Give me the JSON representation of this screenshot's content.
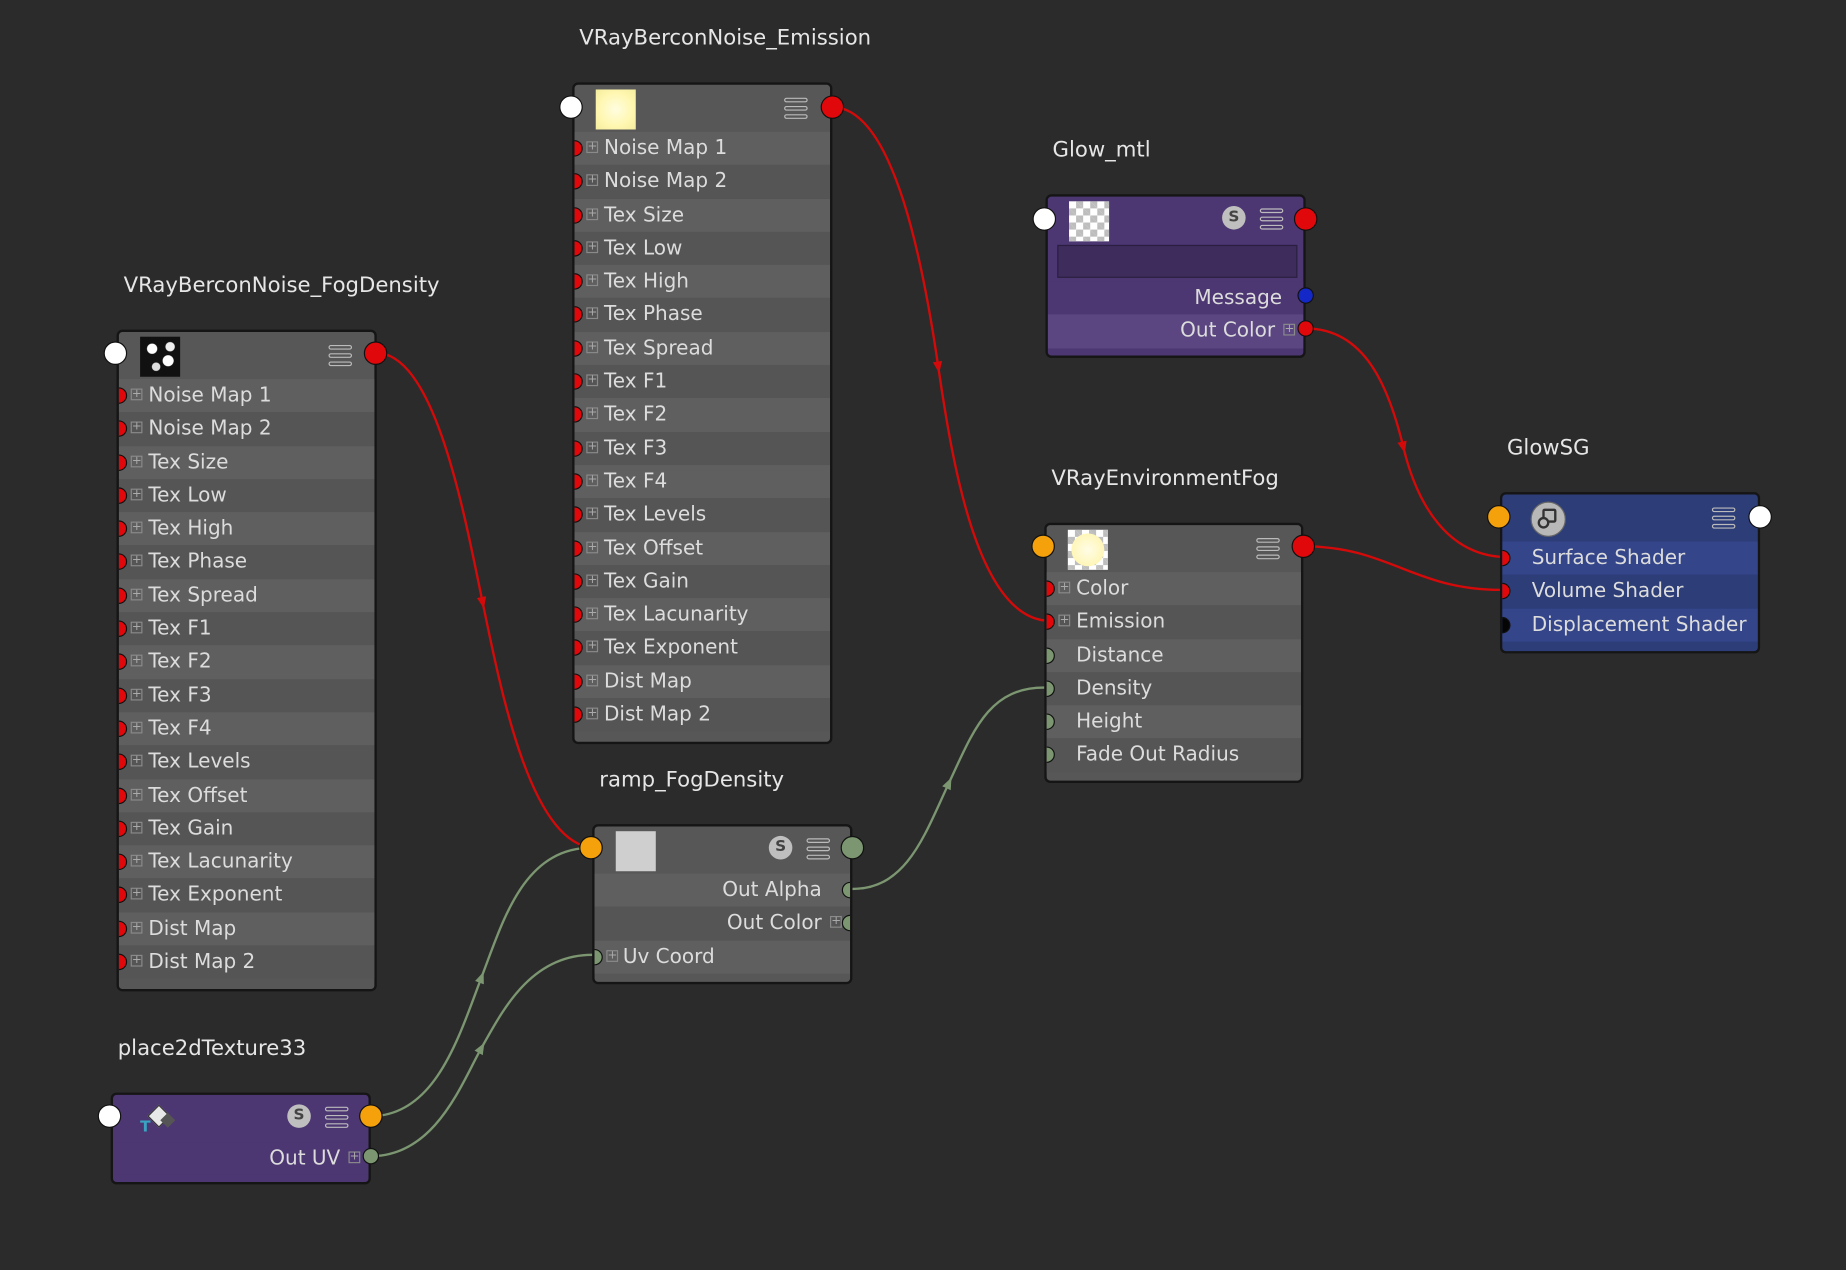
{
  "nodes": {
    "fogdensity": {
      "title": "VRayBerconNoise_FogDensity",
      "rows": [
        "Noise Map 1",
        "Noise Map 2",
        "Tex Size",
        "Tex Low",
        "Tex High",
        "Tex Phase",
        "Tex Spread",
        "Tex F1",
        "Tex F2",
        "Tex F3",
        "Tex F4",
        "Tex Levels",
        "Tex Offset",
        "Tex Gain",
        "Tex Lacunarity",
        "Tex Exponent",
        "Dist Map",
        "Dist Map 2"
      ]
    },
    "emission": {
      "title": "VRayBerconNoise_Emission",
      "rows": [
        "Noise Map 1",
        "Noise Map 2",
        "Tex Size",
        "Tex Low",
        "Tex High",
        "Tex Phase",
        "Tex Spread",
        "Tex F1",
        "Tex F2",
        "Tex F3",
        "Tex F4",
        "Tex Levels",
        "Tex Offset",
        "Tex Gain",
        "Tex Lacunarity",
        "Tex Exponent",
        "Dist Map",
        "Dist Map 2"
      ]
    },
    "glow_mtl": {
      "title": "Glow_mtl",
      "s_icon": "S",
      "rows": [
        "Message",
        "Out Color"
      ]
    },
    "envfog": {
      "title": "VRayEnvironmentFog",
      "rows": [
        "Color",
        "Emission",
        "Distance",
        "Density",
        "Height",
        "Fade Out Radius"
      ]
    },
    "glowsg": {
      "title": "GlowSG",
      "rows": [
        "Surface Shader",
        "Volume Shader",
        "Displacement Shader"
      ]
    },
    "ramp": {
      "title": "ramp_FogDensity",
      "s_icon": "S",
      "rows": [
        "Out Alpha",
        "Out Color",
        "Uv Coord"
      ]
    },
    "place2d": {
      "title": "place2dTexture33",
      "s_icon": "S",
      "rows": [
        "Out UV"
      ]
    }
  },
  "colors": {
    "canvas": "#2b2b2b",
    "node": "#575757",
    "purple_node": "#4d3773",
    "blue_node": "#2d3d78",
    "wire_red": "#d40a0a",
    "wire_green": "#7b9670",
    "port_red": "#e0080a",
    "port_orange": "#f4a10c",
    "port_green": "#7b9670"
  },
  "icons": [
    "menu-icon",
    "s-icon",
    "plus-icon",
    "place2d-icon",
    "shading-group-icon"
  ]
}
